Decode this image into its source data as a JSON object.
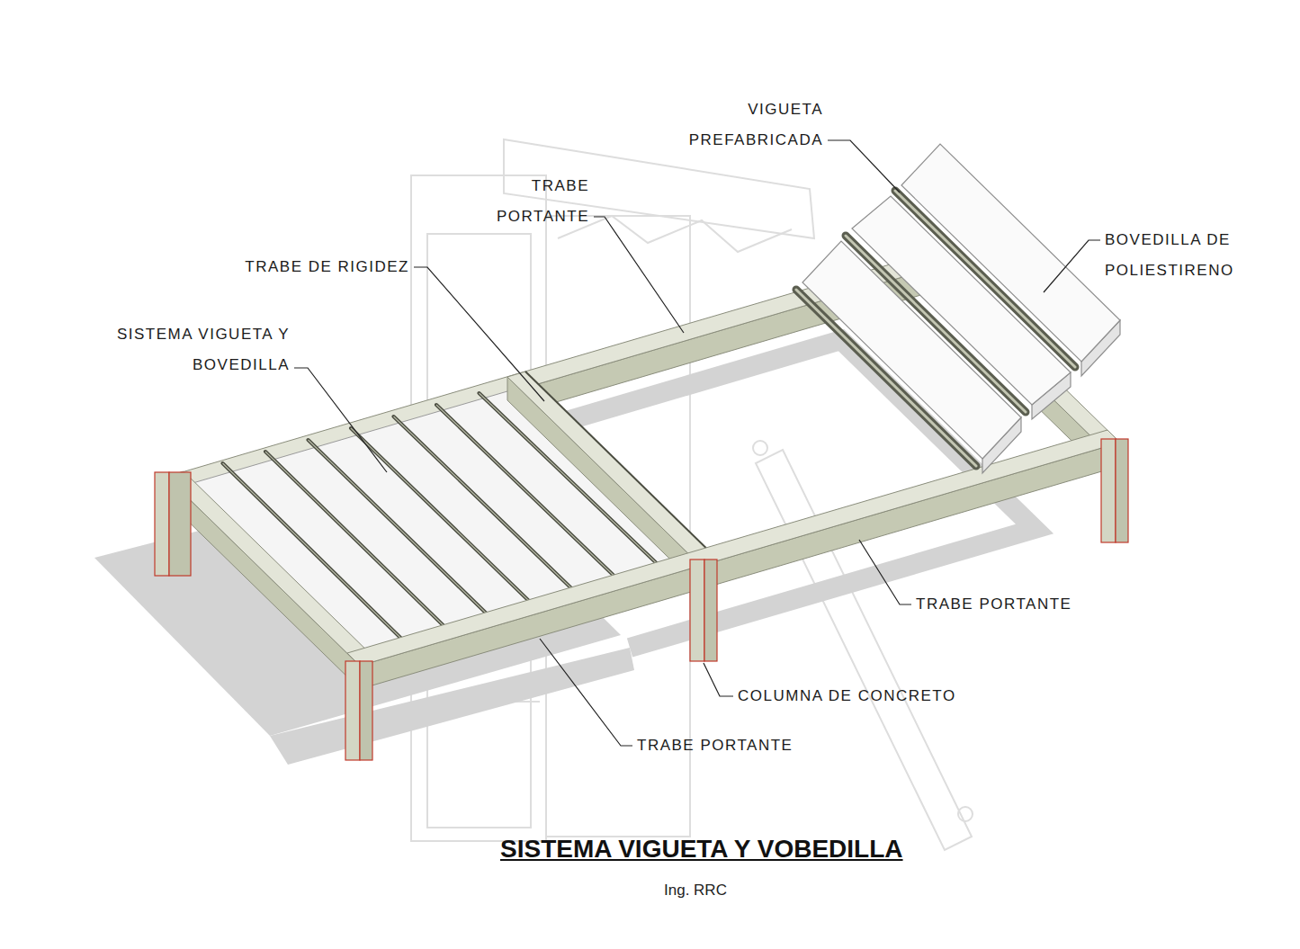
{
  "diagram": {
    "title": "SISTEMA VIGUETA Y VOBEDILLA",
    "caption": "Ing. RRC",
    "labels": [
      "VIGUETA PREFABRICADA",
      "TRABE PORTANTE",
      "TRABE DE RIGIDEZ",
      "SISTEMA VIGUETA Y BOVEDILLA",
      "BOVEDILLA DE POLIESTIRENO",
      "TRABE PORTANTE",
      "COLUMNA DE CONCRETO",
      "TRABE PORTANTE"
    ]
  }
}
